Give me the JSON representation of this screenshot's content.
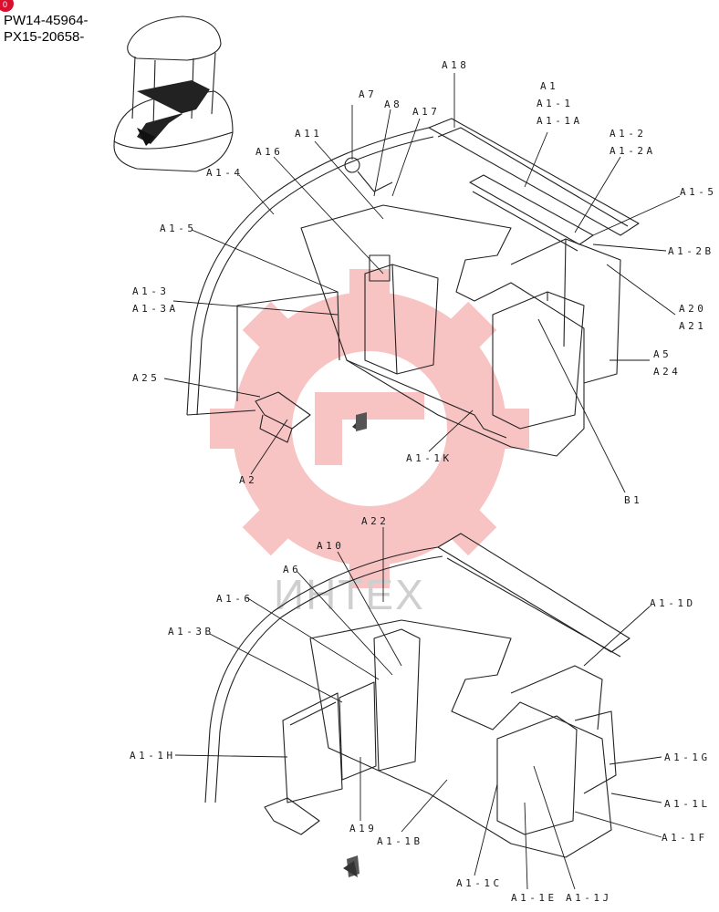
{
  "header": {
    "serial_lines": [
      "PW14-45964-",
      "PX15-20658-"
    ]
  },
  "watermark": {
    "text": "ИНТЕХ",
    "color": "#e8302a"
  },
  "callouts_upper": [
    {
      "id": "A18",
      "text": "A18"
    },
    {
      "id": "A1",
      "text": "A1"
    },
    {
      "id": "A1-1",
      "text": "A1-1"
    },
    {
      "id": "A1-1A",
      "text": "A1-1A"
    },
    {
      "id": "A7",
      "text": "A7"
    },
    {
      "id": "A8",
      "text": "A8"
    },
    {
      "id": "A17",
      "text": "A17"
    },
    {
      "id": "A11",
      "text": "A11"
    },
    {
      "id": "A16",
      "text": "A16"
    },
    {
      "id": "A1-2",
      "text": "A1-2"
    },
    {
      "id": "A1-2A",
      "text": "A1-2A"
    },
    {
      "id": "A1-4",
      "text": "A1-4"
    },
    {
      "id": "A1-5a",
      "text": "A1-5"
    },
    {
      "id": "A1-5b",
      "text": "A1-5"
    },
    {
      "id": "A1-2B",
      "text": "A1-2B"
    },
    {
      "id": "A1-3",
      "text": "A1-3"
    },
    {
      "id": "A1-3A",
      "text": "A1-3A"
    },
    {
      "id": "A20",
      "text": "A20"
    },
    {
      "id": "A21",
      "text": "A21"
    },
    {
      "id": "A5",
      "text": "A5"
    },
    {
      "id": "A24",
      "text": "A24"
    },
    {
      "id": "A25",
      "text": "A25"
    },
    {
      "id": "A1-1K",
      "text": "A1-1K"
    },
    {
      "id": "A2",
      "text": "A2"
    },
    {
      "id": "B1",
      "text": "B1"
    }
  ],
  "callouts_lower": [
    {
      "id": "A22",
      "text": "A22"
    },
    {
      "id": "A10",
      "text": "A10"
    },
    {
      "id": "A6",
      "text": "A6"
    },
    {
      "id": "A1-6",
      "text": "A1-6"
    },
    {
      "id": "A1-1D",
      "text": "A1-1D"
    },
    {
      "id": "A1-3B",
      "text": "A1-3B"
    },
    {
      "id": "A1-1H",
      "text": "A1-1H"
    },
    {
      "id": "A1-1G",
      "text": "A1-1G"
    },
    {
      "id": "A1-1L",
      "text": "A1-1L"
    },
    {
      "id": "A1-1F",
      "text": "A1-1F"
    },
    {
      "id": "A19",
      "text": "A19"
    },
    {
      "id": "A1-1B",
      "text": "A1-1B"
    },
    {
      "id": "A1-1C",
      "text": "A1-1C"
    },
    {
      "id": "A1-1E",
      "text": "A1-1E"
    },
    {
      "id": "A1-1J",
      "text": "A1-1J"
    }
  ]
}
